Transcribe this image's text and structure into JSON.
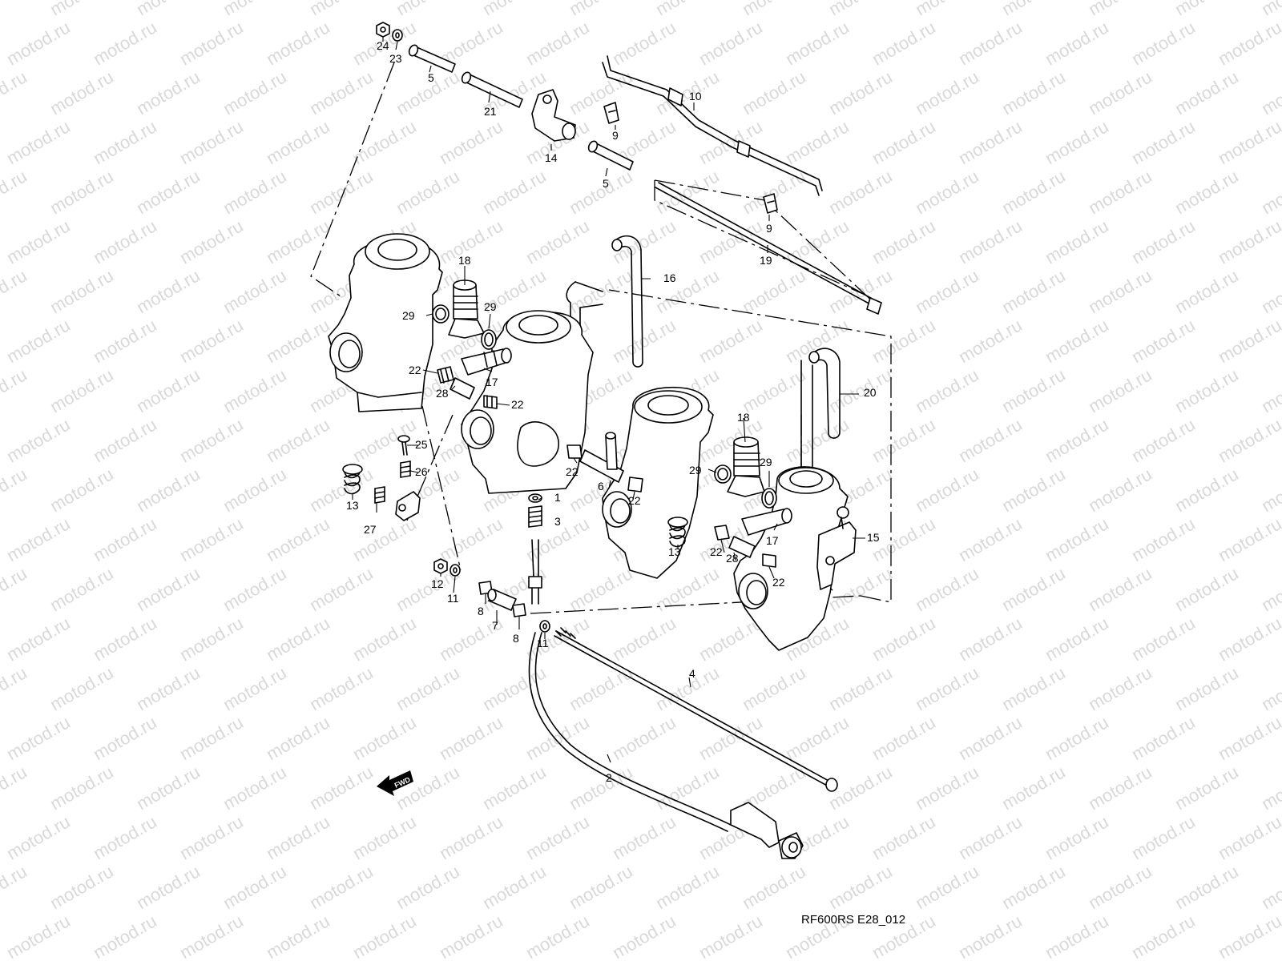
{
  "diagram": {
    "watermark": "motod.ru",
    "reference_code": "RF600RS E28_012",
    "fwd_label": "FWD",
    "callouts": [
      {
        "id": "c24a",
        "text": "24"
      },
      {
        "id": "c23",
        "text": "23"
      },
      {
        "id": "c5a",
        "text": "5"
      },
      {
        "id": "c21",
        "text": "21"
      },
      {
        "id": "c14",
        "text": "14"
      },
      {
        "id": "c9a",
        "text": "9"
      },
      {
        "id": "c10",
        "text": "10"
      },
      {
        "id": "c5b",
        "text": "5"
      },
      {
        "id": "c9b",
        "text": "9"
      },
      {
        "id": "c19",
        "text": "19"
      },
      {
        "id": "c18a",
        "text": "18"
      },
      {
        "id": "c16",
        "text": "16"
      },
      {
        "id": "c29a",
        "text": "29"
      },
      {
        "id": "c29b",
        "text": "29"
      },
      {
        "id": "c22a",
        "text": "22"
      },
      {
        "id": "c17a",
        "text": "17"
      },
      {
        "id": "c28a",
        "text": "28"
      },
      {
        "id": "c22b",
        "text": "22"
      },
      {
        "id": "c20",
        "text": "20"
      },
      {
        "id": "c18b",
        "text": "18"
      },
      {
        "id": "c25",
        "text": "25"
      },
      {
        "id": "c26",
        "text": "26"
      },
      {
        "id": "c13a",
        "text": "13"
      },
      {
        "id": "c27",
        "text": "27"
      },
      {
        "id": "c22c",
        "text": "22"
      },
      {
        "id": "c6",
        "text": "6"
      },
      {
        "id": "c22d",
        "text": "22"
      },
      {
        "id": "c29c",
        "text": "29"
      },
      {
        "id": "c29d",
        "text": "29"
      },
      {
        "id": "c1",
        "text": "1"
      },
      {
        "id": "c3",
        "text": "3"
      },
      {
        "id": "c13b",
        "text": "13"
      },
      {
        "id": "c15",
        "text": "15"
      },
      {
        "id": "c17b",
        "text": "17"
      },
      {
        "id": "c22e",
        "text": "22"
      },
      {
        "id": "c28b",
        "text": "28"
      },
      {
        "id": "c22f",
        "text": "22"
      },
      {
        "id": "c12",
        "text": "12"
      },
      {
        "id": "c11a",
        "text": "11"
      },
      {
        "id": "c8a",
        "text": "8"
      },
      {
        "id": "c7",
        "text": "7"
      },
      {
        "id": "c8b",
        "text": "8"
      },
      {
        "id": "c11b",
        "text": "11"
      },
      {
        "id": "c4",
        "text": "4"
      },
      {
        "id": "c2",
        "text": "2"
      }
    ]
  }
}
